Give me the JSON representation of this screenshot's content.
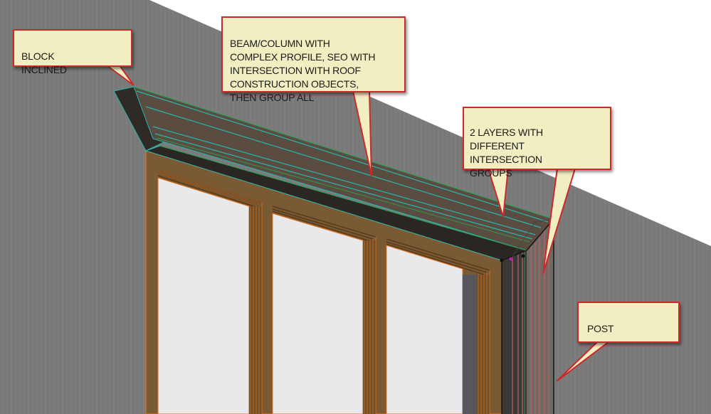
{
  "diagram": {
    "subject": "3D model view of window with inclined cornice beam and post",
    "colors": {
      "wall_gray": "#7b7b7b",
      "background_white": "#ffffff",
      "frame_brown": "#7a5a34",
      "frame_orange_edge": "#e0701c",
      "beam_dark": "#4d443c",
      "beam_black": "#2a2622",
      "edge_cyan": "#2ab5b0",
      "edge_green": "#2f9a4a",
      "glass": "#e9e8ea",
      "callout_fill": "#f1eec2",
      "callout_border": "#cc2a2a",
      "post_red_lines": "#c46060",
      "selection_magenta": "#c020c0"
    }
  },
  "callouts": [
    {
      "id": "block",
      "text": "BLOCK\nINCLINED",
      "points_to": "inclined end block of cornice"
    },
    {
      "id": "beam",
      "text": "BEAM/COLUMN WITH\nCOMPLEX PROFILE, SEO WITH\nINTERSECTION WITH ROOF\nCONSTRUCTION OBJECTS,\nTHEN GROUP ALL",
      "points_to": "cornice beam profile"
    },
    {
      "id": "layers",
      "text": "2 LAYERS WITH\nDIFFERENT\nINTERSECTION\nGROUPS",
      "points_to": "beam end layers"
    },
    {
      "id": "post",
      "text": "POST",
      "points_to": "corner post"
    }
  ]
}
